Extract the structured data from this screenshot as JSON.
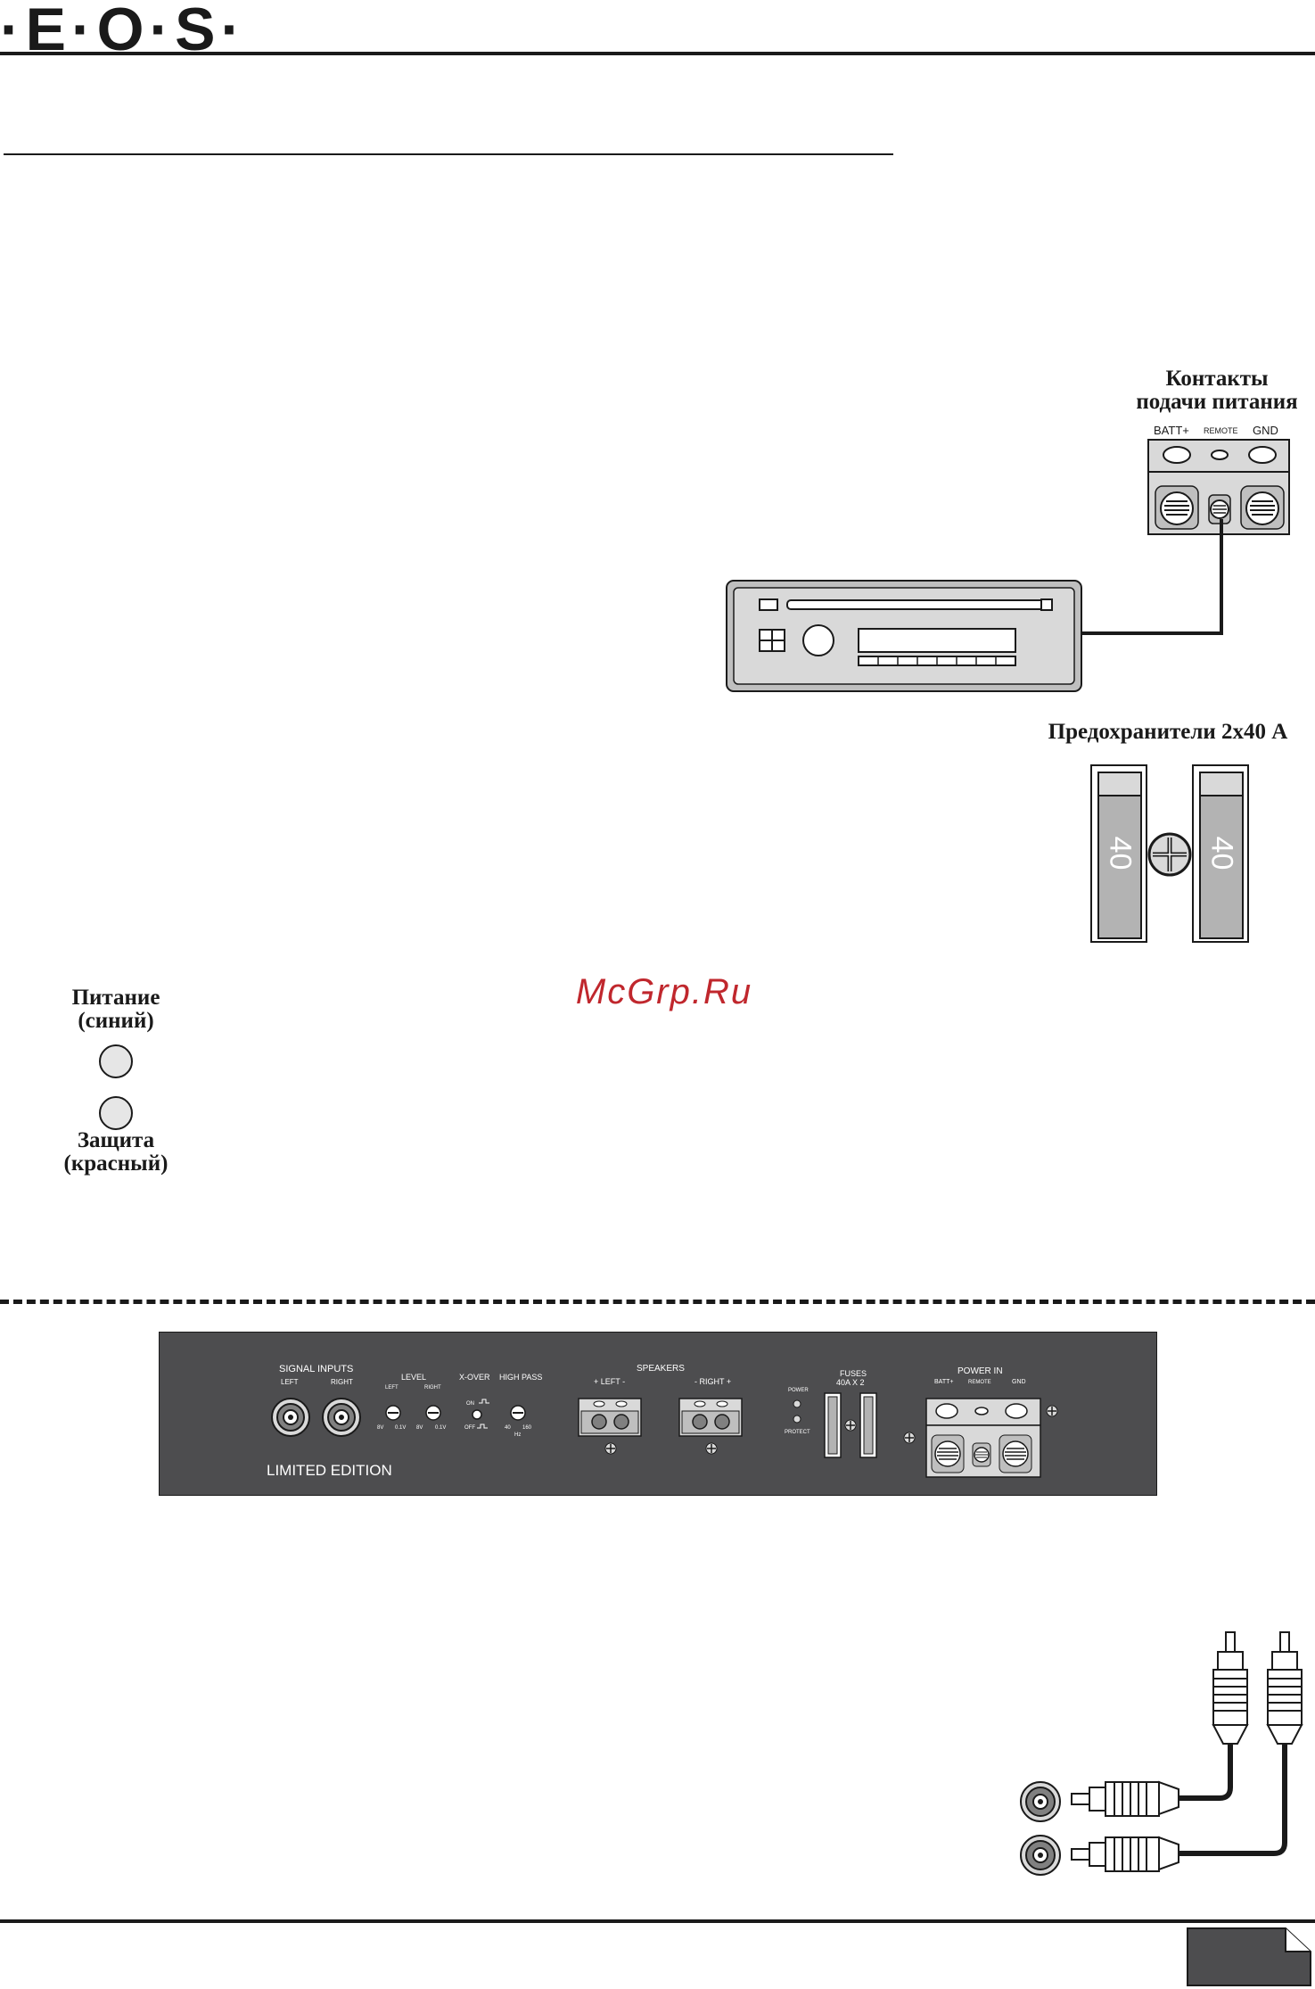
{
  "header": {
    "logo_text": "·E·O·S·"
  },
  "power_contacts": {
    "title_line1": "Контакты",
    "title_line2": "подачи питания",
    "batt": "BATT+",
    "remote": "REMOTE",
    "gnd": "GND"
  },
  "fuses": {
    "title": "Предохранители 2х40 А",
    "fuse1": "40",
    "fuse2": "40"
  },
  "indicators": {
    "power_line1": "Питание",
    "power_line2": "(синий)",
    "protect_line1": "Защита",
    "protect_line2": "(красный)"
  },
  "watermark": "McGrp.Ru",
  "panel": {
    "signal_inputs": "SIGNAL INPUTS",
    "left": "LEFT",
    "right": "RIGHT",
    "level": "LEVEL",
    "level_left": "LEFT",
    "level_right": "RIGHT",
    "v8a": "8V",
    "v01a": "0.1V",
    "v8b": "8V",
    "v01b": "0.1V",
    "xover": "X-OVER",
    "on": "ON",
    "off": "OFF",
    "high_pass": "HIGH PASS",
    "hz40": "40",
    "hz160": "160",
    "hz": "Hz",
    "speakers": "SPEAKERS",
    "spk_left": "+ LEFT -",
    "spk_right": "- RIGHT +",
    "power": "POWER",
    "protect": "PROTECT",
    "fuses": "FUSES",
    "fuses_rating": "40A X 2",
    "power_in": "POWER IN",
    "batt": "BATT+",
    "remote": "REMOTE",
    "gnd": "GND",
    "edition": "LIMITED EDITION"
  },
  "colors": {
    "panel_bg": "#4d4d4f",
    "watermark": "#c0272d",
    "line": "#1a1a1a",
    "light_gray": "#d9d9d9",
    "fuse_gray": "#b3b3b3"
  }
}
